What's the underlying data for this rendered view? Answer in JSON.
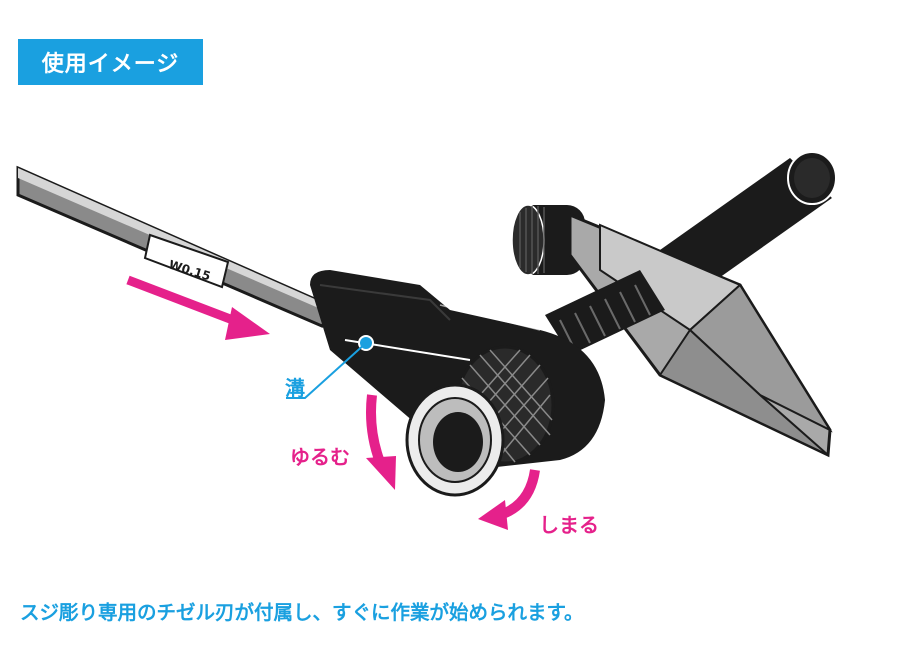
{
  "badge": {
    "text": "使用イメージ"
  },
  "illustration": {
    "blade_marking": "W0.15",
    "groove_label": "溝",
    "loosen_label": "ゆるむ",
    "tighten_label": "しまる"
  },
  "caption": "スジ彫り専用のチゼル刃が付属し、すぐに作業が始められます。",
  "colors": {
    "accent_blue": "#1aa0e0",
    "accent_pink": "#e5218b",
    "ink": "#1b1b1b",
    "metal_gray": "#a9a9a9"
  }
}
